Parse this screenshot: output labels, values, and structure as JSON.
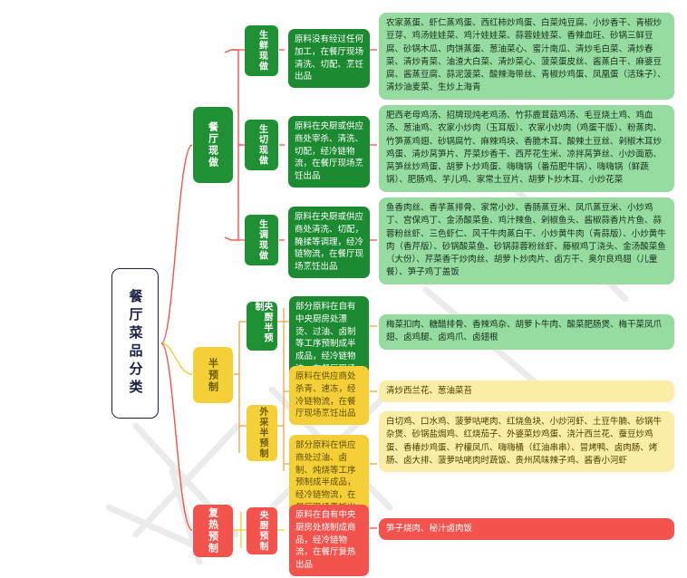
{
  "root": {
    "label": "餐厅菜品分类"
  },
  "colors": {
    "root_border": "#1b2044",
    "green": "#1f9134",
    "green_light": "#96dca0",
    "yellow": "#f5cf38",
    "yellow_light": "#fbeca6",
    "red": "#f4534d"
  },
  "branches": [
    {
      "id": "restaurant-made",
      "label": "餐厅现做",
      "color": "green",
      "children": [
        {
          "id": "fresh-made",
          "label": "生鲜现做",
          "desc": "原料没有经过任何加工，在餐厅现场清洗、切配、烹饪出品",
          "dishes": "农家蒸蛋、虾仁蒸鸡蛋、西红柿炒鸡蛋、白菜炖豆腐、小炒香干、青椒炒豆芽、鸡汤娃娃菜、鸡汁娃娃菜、蒜蓉娃娃菜、香辣血旺、砂锅三鲜豆腐、砂锅木瓜、肉饼蒸蛋、葱油菜心、蜜汁南瓜、清炒毛白菜、清炒春菜、清炒青菜、油渣大白菜、清炒菜心、菠菜蛋皮丝、酱蒸白干、麻婆豆腐、酱蒸豆腐、蒜泥菠菜、酸辣海带丝、青椒炒鸡蛋、凤凰蛋（活珠子）、清炒油麦菜、生炒上海青"
        },
        {
          "id": "cut-made",
          "label": "生切现做",
          "desc": "原料在央厨或供应商处宰杀、清洗、切配，经冷链物流，在餐厅现场烹饪出品",
          "dishes": "肥西老母鸡汤、招牌现炖老鸡汤、竹荪鹿茸菇鸡汤、毛豆烧土鸡、鸡血汤、葱油鸡、农家小炒肉（玉耳版）、农家小炒肉（鸡蛋干版）、粉蒸肉、竹笋蒸鸡翅、砂锅腐竹、麻辣鸡块、香脆木耳、酸辣土豆丝、剁椒木耳炒鸡蛋、清炒莴笋片、芹菜炒香干、西芹花生米、凉拌莴笋丝、小炒面筋、莴笋丝炒鸡蛋、胡萝卜炒鸡蛋、嗨嗨锅（番茄肥牛锅）、嗨嗨锅（鲜蔬锅）、肥肠鸡、芋儿鸡、家常土豆片、胡萝卜炒木耳、小炒花菜"
        },
        {
          "id": "seasoned-made",
          "label": "生调现做",
          "desc": "原料在央厨或供应商处清洗、切配，腌揉等调理，经冷链物流，在餐厅现场烹饪出品",
          "dishes": "鱼香肉丝、香芋蒸排骨、家常小炒、香肠蒸豆米、凤爪蒸豆米、小炒鸡丁、宫保鸡丁、金汤酸菜鱼、鸡汁辣鱼、剁椒鱼头、酱椒蒜香片片鱼、蒜蓉粉丝虾、三色虾仁、风干牛肉蒸白干、小炒黄牛肉（青蒜版）、小炒黄牛肉（香芹版）、砂锅酸菜鱼、砂锅蒜蓉粉丝虾、藤椒鸡丁浇头、金汤酸菜鱼（大份）、芹菜香干炒肉丝、胡萝卜炒肉片、卤方干、奥尔良鸡翅（儿童餐）、笋子鸡丁盖饭"
        }
      ]
    },
    {
      "id": "semi-prepared",
      "label": "半预制",
      "color": "yellow",
      "children": [
        {
          "id": "central-kitchen-semi",
          "label": "央厨半预制",
          "label_color": "green",
          "desc": "部分原料在自有中央厨房处漂烫、过油、卤制等工序预制成半成品，经冷链物流，在餐厅现场烹饪出品",
          "desc_color": "green",
          "dishes": "梅菜扣肉、糖醋排骨、香辣鸡杂、胡萝卜牛肉、酸菜肥肠煲、梅干菜凤爪翅、卤鸡腿、卤鸡爪、卤翅根",
          "dishes_color": "green"
        },
        {
          "id": "outsourced-semi",
          "label": "外采半预制",
          "label_color": "yellow",
          "desc": "原料在供应商处杀青、速冻，经冷链物流，在餐厅现场烹饪出品",
          "desc_color": "yellow",
          "dishes": "清炒西兰花、葱油菜苔",
          "dishes_color": "yellow"
        },
        {
          "id": "outsourced-semi-2",
          "label": "",
          "label_color": "yellow",
          "desc": "部分原料在供应商处过油、卤制、炖烧等工序预制成半成品，经冷链物流，在餐厅现场烹饪出品",
          "desc_color": "yellow",
          "dishes": "白切鸡、口水鸡、菠萝咕咾肉、红烧鱼块、小炒河虾、土豆牛腩、砂锅牛杂煲、砂锅盐焗鸡、红烧茄子、外婆菜炒鸡蛋、浇汁西兰花、蚕豆炒鸡蛋、香椿炒鸡蛋、柠檬凤爪、嗨嗨桶（红油串串）、冒烤鸭、卤肉肠、烤肠、卤大排、菠萝咕咾肉时蔬饭、贵州风味辣子鸡、酱香小河虾",
          "dishes_color": "yellow"
        }
      ]
    },
    {
      "id": "reheated-prepared",
      "label": "复热预制",
      "color": "red",
      "children": [
        {
          "id": "central-kitchen-reheat",
          "label": "央厨预制",
          "desc": "原料在自有中央厨房处烧制成商品，经冷链物流，在餐厅复热出品",
          "dishes": "笋子烧肉、秘汁卤肉饭"
        }
      ]
    }
  ]
}
